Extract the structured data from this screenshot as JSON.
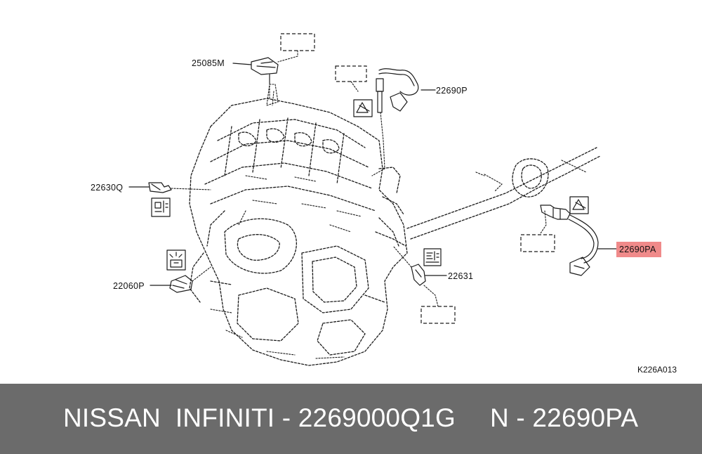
{
  "diagram": {
    "code": "K226A013",
    "callouts": [
      {
        "id": "c1",
        "label": "25085M"
      },
      {
        "id": "c2",
        "label": "22690P"
      },
      {
        "id": "c3",
        "label": "22630Q"
      },
      {
        "id": "c4",
        "label": "22060P"
      },
      {
        "id": "c5",
        "label": "22631"
      },
      {
        "id": "c6",
        "label": "22690PA",
        "highlighted": true
      }
    ],
    "highlight_color": "#f08a8a"
  },
  "footer": {
    "text": "NISSAN  INFINITI - 2269000Q1G",
    "reference": "N - 22690PA",
    "background": "#6b6b6b"
  }
}
